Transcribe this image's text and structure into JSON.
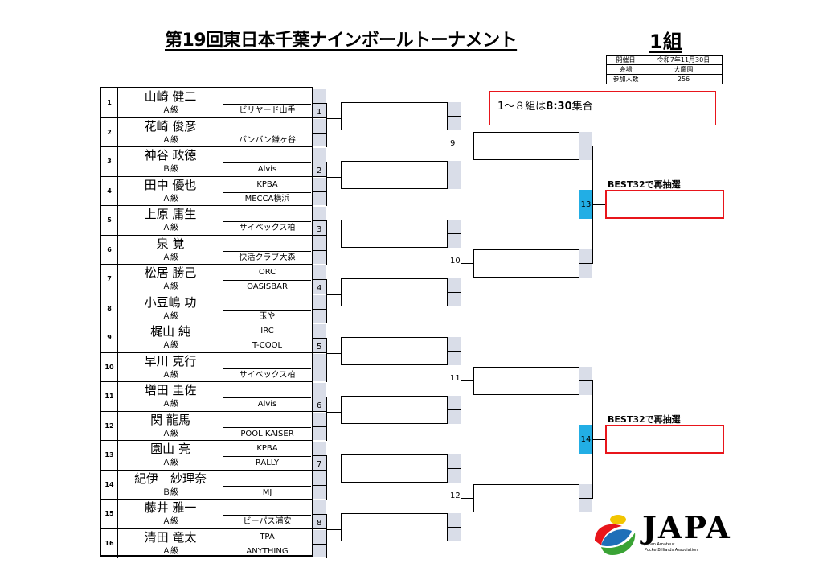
{
  "header": {
    "title": "第19回東日本千葉ナインボールトーナメント",
    "group": "1組"
  },
  "info": [
    {
      "key": "開催日",
      "value": "令和7年11月30日"
    },
    {
      "key": "会場",
      "value": "大慶園"
    },
    {
      "key": "参加人数",
      "value": "256"
    }
  ],
  "notice": {
    "prefix": "1～８組は",
    "time": "8:30",
    "suffix": "集合"
  },
  "redraw_label": "BEST32で再抽選",
  "players": [
    {
      "seed": "1",
      "name": "山崎 健二",
      "grade": "Ａ級",
      "club": "ビリヤード山手"
    },
    {
      "seed": "2",
      "name": "花崎 俊彦",
      "grade": "Ａ級",
      "club": "バンバン鎌ヶ谷"
    },
    {
      "seed": "3",
      "name": "神谷 政徳",
      "grade": "Ｂ級",
      "club": "Alvis"
    },
    {
      "seed": "4",
      "name": "田中 優也",
      "grade": "Ａ級",
      "club": "MECCA横浜",
      "club_top": "KPBA"
    },
    {
      "seed": "5",
      "name": "上原 庸生",
      "grade": "Ａ級",
      "club": "サイベックス柏"
    },
    {
      "seed": "6",
      "name": "泉 覚",
      "grade": "Ａ級",
      "club": "快活クラブ大森"
    },
    {
      "seed": "7",
      "name": "松居 勝己",
      "grade": "Ａ級",
      "club": "OASISBAR",
      "club_top": "ORC"
    },
    {
      "seed": "8",
      "name": "小豆嶋 功",
      "grade": "Ａ級",
      "club": "玉や"
    },
    {
      "seed": "9",
      "name": "梶山 純",
      "grade": "Ａ級",
      "club": "T-COOL",
      "club_top": "IRC"
    },
    {
      "seed": "10",
      "name": "早川 克行",
      "grade": "Ａ級",
      "club": "サイベックス柏"
    },
    {
      "seed": "11",
      "name": "増田 圭佐",
      "grade": "Ａ級",
      "club": "Alvis"
    },
    {
      "seed": "12",
      "name": "関 龍馬",
      "grade": "Ａ級",
      "club": "POOL KAISER"
    },
    {
      "seed": "13",
      "name": "園山 亮",
      "grade": "Ａ級",
      "club": "RALLY",
      "club_top": "KPBA"
    },
    {
      "seed": "14",
      "name": "紀伊　紗理奈",
      "grade": "Ｂ級",
      "club": "MJ"
    },
    {
      "seed": "15",
      "name": "藤井 雅一",
      "grade": "Ａ級",
      "club": "ビーパス浦安"
    },
    {
      "seed": "16",
      "name": "清田 竜太",
      "grade": "Ａ級",
      "club": "ANYTHING",
      "club_top": "TPA"
    }
  ],
  "matches": {
    "round1": [
      "1",
      "2",
      "3",
      "4",
      "5",
      "6",
      "7",
      "8"
    ],
    "round2": [
      "9",
      "10",
      "11",
      "12"
    ],
    "round3": [
      "13",
      "14"
    ]
  },
  "logo": {
    "text": "JAPA",
    "line1": "Japan Amateur",
    "line2": "PocketBilliards Association",
    "colors": {
      "red": "#e8151b",
      "blue": "#1e6fb8",
      "green": "#3aa335",
      "yellow": "#f2c500"
    }
  }
}
